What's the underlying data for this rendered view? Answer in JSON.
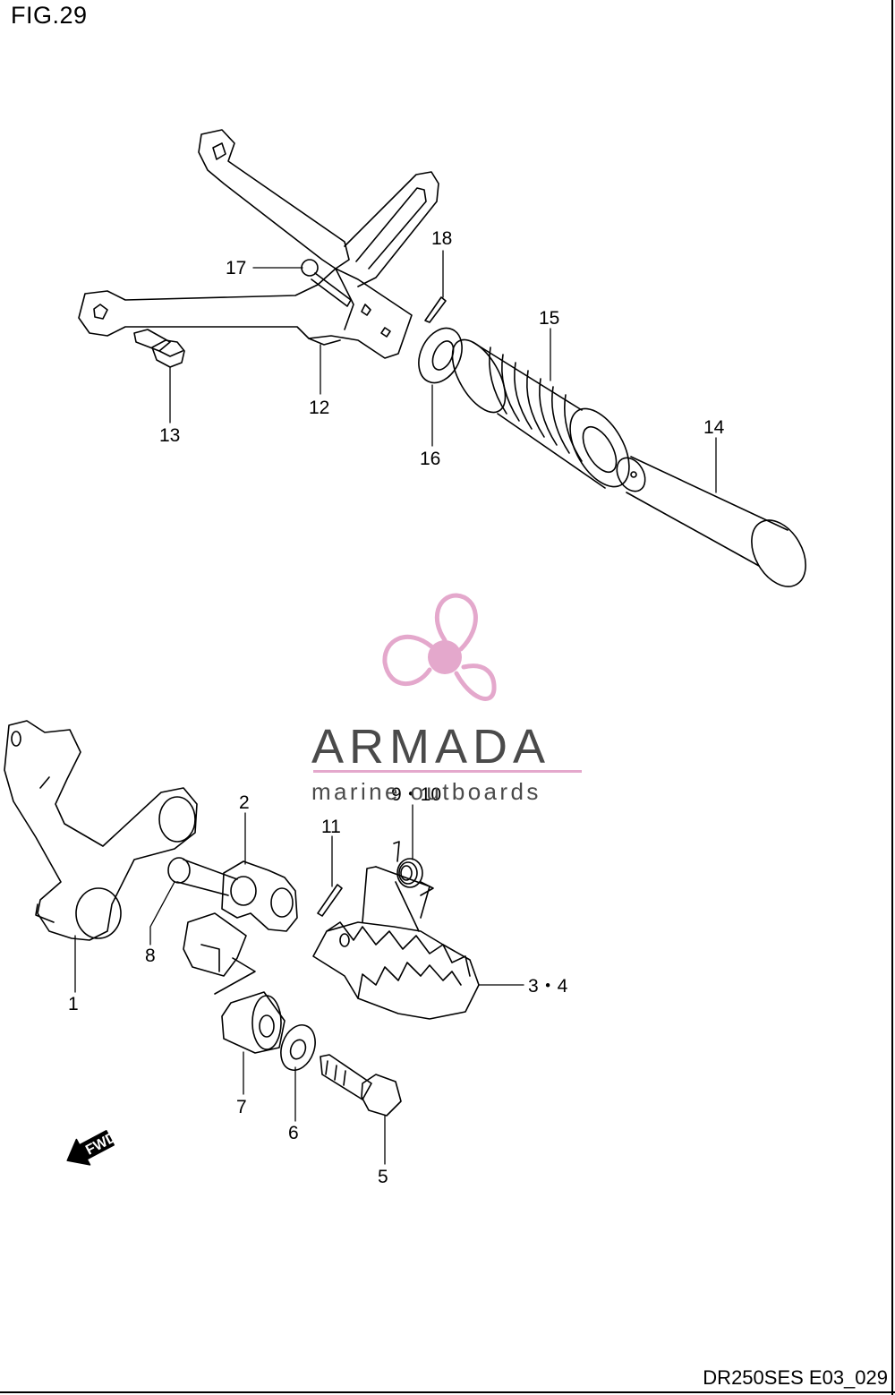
{
  "figure": {
    "title": "FIG.29",
    "drawing_code": "DR250SES E03_029"
  },
  "watermark": {
    "name": "ARMADA",
    "tagline": "marine outboards",
    "accent_color": "#e4a8cc",
    "text_color": "#4a4a4a"
  },
  "fwd_arrow": {
    "label": "FWD",
    "icon": "fwd-arrow-icon"
  },
  "callouts": [
    {
      "id": "c1",
      "label": "1"
    },
    {
      "id": "c2",
      "label": "2"
    },
    {
      "id": "c34",
      "label": "3・4"
    },
    {
      "id": "c5",
      "label": "5"
    },
    {
      "id": "c6",
      "label": "6"
    },
    {
      "id": "c7",
      "label": "7"
    },
    {
      "id": "c8",
      "label": "8"
    },
    {
      "id": "c910",
      "label": "9・10"
    },
    {
      "id": "c11",
      "label": "11"
    },
    {
      "id": "c12",
      "label": "12"
    },
    {
      "id": "c13",
      "label": "13"
    },
    {
      "id": "c14",
      "label": "14"
    },
    {
      "id": "c15",
      "label": "15"
    },
    {
      "id": "c16",
      "label": "16"
    },
    {
      "id": "c17",
      "label": "17"
    },
    {
      "id": "c18",
      "label": "18"
    }
  ]
}
